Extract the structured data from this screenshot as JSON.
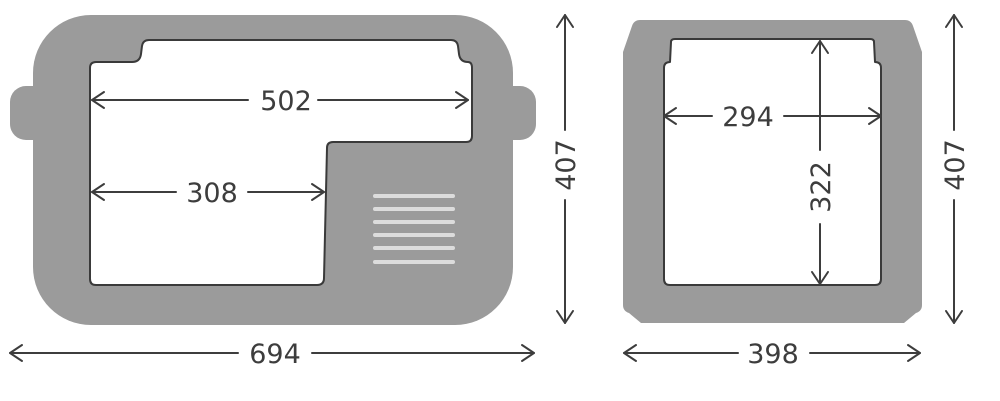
{
  "figure": {
    "left_unit": {
      "outer_width": "694",
      "outer_height": "407",
      "inner_width_upper": "502",
      "inner_width_lower": "308",
      "vent_slats": 6
    },
    "right_unit": {
      "outer_width": "398",
      "outer_height": "407",
      "inner_width": "294",
      "inner_height": "322"
    }
  },
  "colors": {
    "body": "#9b9b9b",
    "cavity": "#ffffff",
    "lines": "#3d3d3d",
    "vent": "#dcdcdc"
  }
}
